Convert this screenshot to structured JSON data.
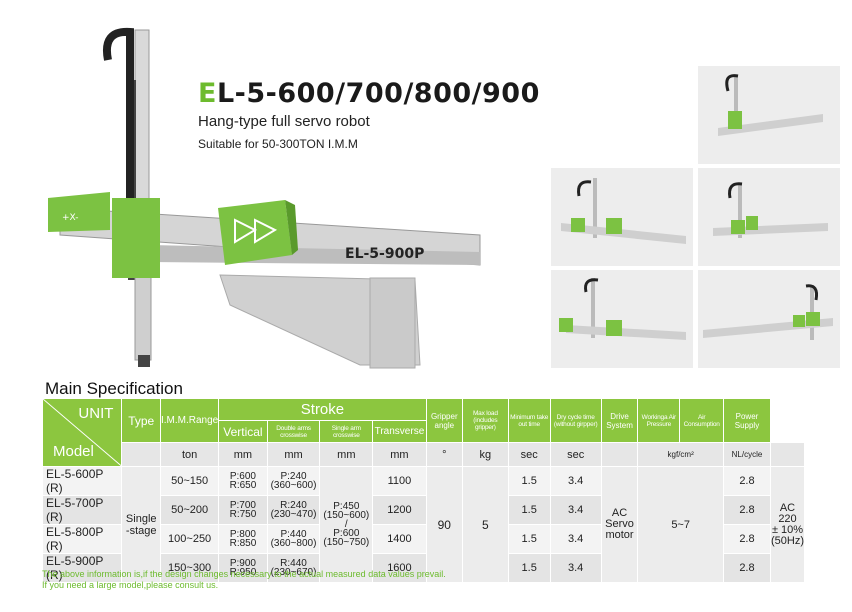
{
  "title_first": "E",
  "title_rest": "L-5-600/700/800/900",
  "subtitle": "Hang-type full servo robot",
  "suitable": "Suitable for 50-300TON I.M.M",
  "hero_label": "EL-5-900P",
  "spec_title": "Main Specification",
  "table": {
    "unit_label": "UNIT",
    "model_label": "Model",
    "type_label": "Type",
    "imm_label": "I.M.M.Range",
    "stroke_label": "Stroke",
    "vertical_label": "Vertical",
    "double_arms_label": "Double arms crosswise",
    "single_arm_label": "Single arm crosswise",
    "transverse_label": "Transverse",
    "gripper_label": "Gripper angle",
    "maxload_label": "Max load (includes gripper)",
    "min_take_label": "Minimum take out time",
    "dry_cycle_label": "Dry cycle time (without girpper)",
    "drive_label": "Drive System",
    "air_pressure_label": "Workinga Air Pressure",
    "air_consumption_label": "Air Consumption",
    "power_label": "Power Supply",
    "units": {
      "imm": "ton",
      "vertical": "mm",
      "double": "mm",
      "single": "mm",
      "transverse": "mm",
      "gripper": "°",
      "load": "kg",
      "take": "sec",
      "dry": "sec",
      "pressure": "kgf/cm²",
      "consumption": "NL/cycle"
    },
    "rows": [
      {
        "model": "EL-5-600P (R)",
        "imm": "50~150",
        "vertical": "P:600\nR:650",
        "double": "P:240\n(360~600)",
        "transverse": "1100",
        "take": "1.5",
        "dry": "3.4",
        "consumption": "2.8"
      },
      {
        "model": "EL-5-700P (R)",
        "imm": "50~200",
        "vertical": "P:700\nR:750",
        "double": "R:240\n(230~470)",
        "transverse": "1200",
        "take": "1.5",
        "dry": "3.4",
        "consumption": "2.8"
      },
      {
        "model": "EL-5-800P (R)",
        "imm": "100~250",
        "vertical": "P:800\nR:850",
        "double": "P:440\n(360~800)",
        "transverse": "1400",
        "take": "1.5",
        "dry": "3.4",
        "consumption": "2.8"
      },
      {
        "model": "EL-5-900P (R)",
        "imm": "150~300",
        "vertical": "P:900\nR:950",
        "double": "R:440\n(230~670)",
        "transverse": "1600",
        "take": "1.5",
        "dry": "3.4",
        "consumption": "2.8"
      }
    ],
    "type_value": "Single\n-stage",
    "single_value": "P:450\n(150~600)\n/\nP:600\n(150~750)",
    "double_slash": "/",
    "gripper_value": "90",
    "load_value": "5",
    "drive_value": "AC\nServo\nmotor",
    "pressure_value": "5~7",
    "power_value": "AC 220\n± 10%\n(50Hz)"
  },
  "note_1": "The above information is,if the design changes necessary to the actual measured data values prevail.",
  "note_2": "If you need a large model,please consult us.",
  "colors": {
    "accent": "#8cc63f",
    "title_accent": "#6dbb2e"
  }
}
